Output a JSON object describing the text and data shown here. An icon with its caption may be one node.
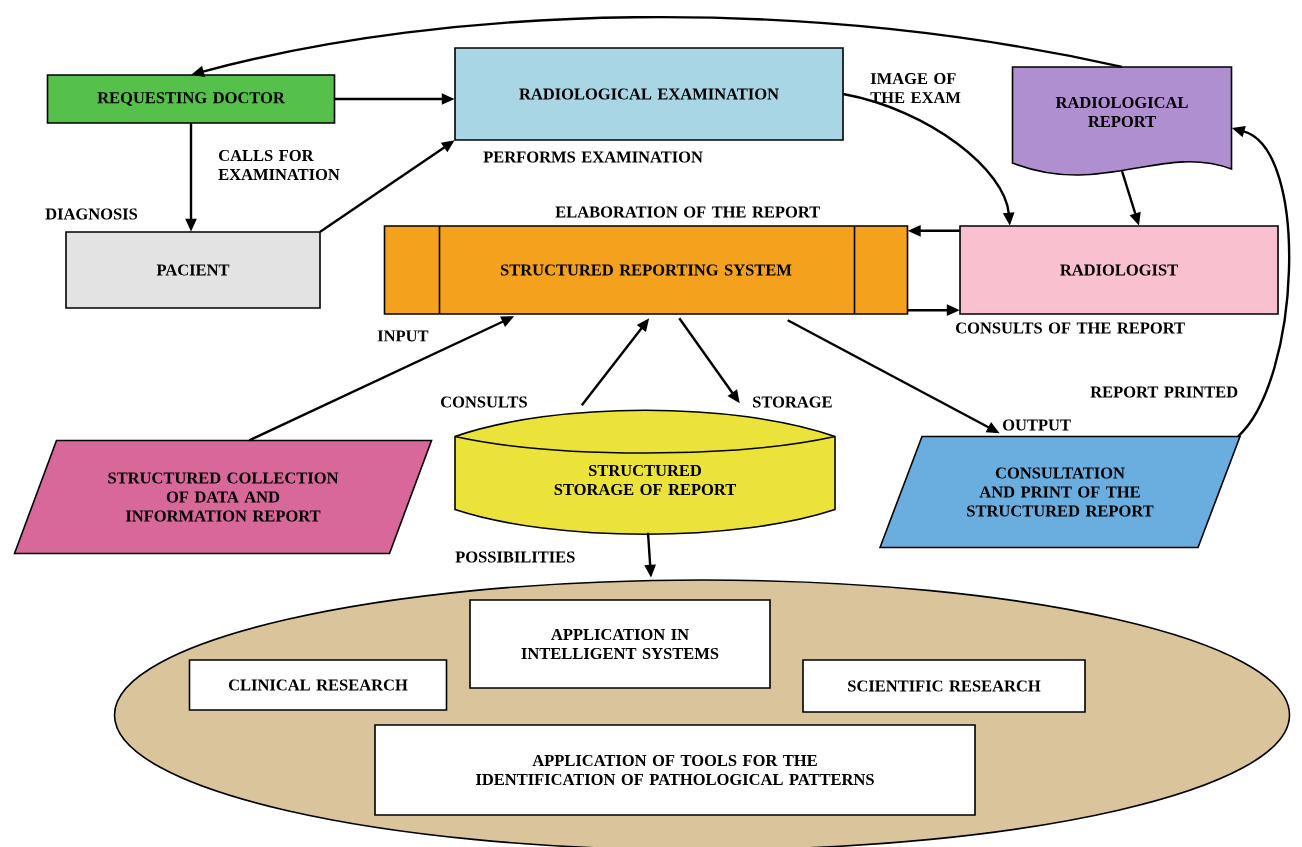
{
  "diagram": {
    "nodes": [
      {
        "text": [
          "REQUESTING DOCTOR"
        ]
      },
      {
        "text": [
          "RADIOLOGICAL EXAMINATION"
        ]
      },
      {
        "text": [
          "RADIOLOGICAL REPORT"
        ]
      },
      {
        "text": [
          "PACIENT"
        ]
      },
      {
        "text": [
          "STRUCTURED REPORTING SYSTEM"
        ]
      },
      {
        "text": [
          "RADIOLOGIST"
        ]
      },
      {
        "text": [
          "STRUCTURED COLLECTION OF DATA AND INFORMATION REPORT"
        ]
      },
      {
        "text": [
          "STRUCTURED STORAGE OF REPORT"
        ]
      },
      {
        "text": [
          "CONSULTATION AND PRINT OF THE STRUCTURED REPORT"
        ]
      },
      {
        "text": [],
        "shape": "ellipse"
      },
      {
        "text": [
          "APPLICATION IN INTELLIGENT SYSTEMS"
        ],
        "in": 9
      },
      {
        "text": [
          "CLINICAL RESEARCH"
        ],
        "in": 9
      },
      {
        "text": [
          "SCIENTIFIC RESEARCH"
        ],
        "in": 9
      },
      {
        "text": [
          "APPLICATION OF TOOLS FOR THE IDENTIFICATION OF PATHOLOGICAL PATTERNS"
        ],
        "in": 9
      }
    ],
    "edges": [
      {
        "from": 2,
        "to": 0,
        "arrow": "to"
      },
      {
        "from": 0,
        "to": 1,
        "arrow": "to"
      },
      {
        "from": 0,
        "to": 3,
        "arrow": "to"
      },
      {
        "from": 3,
        "to": 1,
        "arrow": "to"
      },
      {
        "from": 1,
        "to": 5,
        "arrow": "to"
      },
      {
        "from": 2,
        "to": 5,
        "arrow": "to"
      },
      {
        "from": 5,
        "to": 4,
        "arrow": "to"
      },
      {
        "from": 4,
        "to": 5,
        "arrow": "to"
      },
      {
        "from": 8,
        "to": 2,
        "arrow": "to"
      },
      {
        "from": 6,
        "to": 4,
        "arrow": "to"
      },
      {
        "from": 7,
        "to": 4,
        "arrow": "to"
      },
      {
        "from": 4,
        "to": 7,
        "arrow": "to"
      },
      {
        "from": 4,
        "to": 8,
        "arrow": "to"
      },
      {
        "from": 7,
        "to": 9,
        "arrow": "to"
      }
    ],
    "labels": [
      "IMAGE OF THE EXAM",
      "CALLS FOR EXAMINATION",
      "PERFORMS EXAMINATION",
      "DIAGNOSIS",
      "ELABORATION OF THE REPORT",
      "INPUT",
      "CONSULTS OF THE REPORT",
      "REPORT PRINTED",
      "CONSULTS",
      "STORAGE",
      "OUTPUT",
      "POSSIBILITIES"
    ]
  }
}
